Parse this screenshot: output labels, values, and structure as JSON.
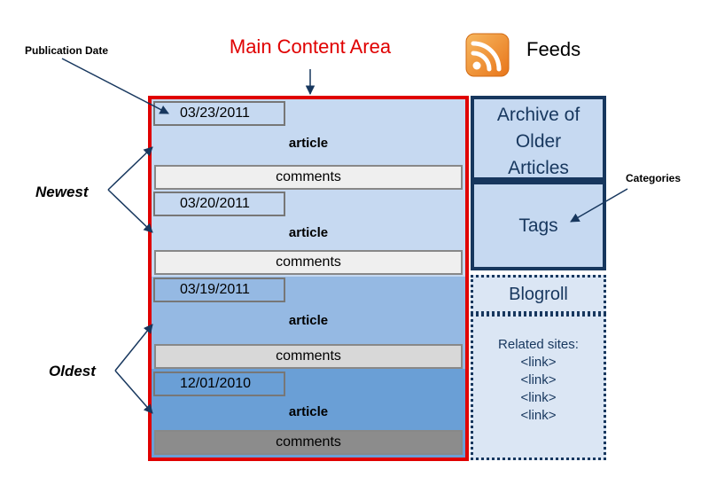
{
  "title": "Main Content Area",
  "labels": {
    "publication_date": "Publication Date",
    "feeds": "Feeds",
    "categories": "Categories",
    "newest": "Newest",
    "oldest": "Oldest"
  },
  "posts": [
    {
      "date": "03/23/2011",
      "article": "article",
      "comments": "comments"
    },
    {
      "date": "03/20/2011",
      "article": "article",
      "comments": "comments"
    },
    {
      "date": "03/19/2011",
      "article": "article",
      "comments": "comments"
    },
    {
      "date": "12/01/2010",
      "article": "article",
      "comments": "comments"
    }
  ],
  "sidebar": {
    "archive": [
      "Archive of",
      "Older",
      "Articles"
    ],
    "tags": "Tags",
    "blogroll": "Blogroll",
    "related_title": "Related sites:",
    "links": [
      "<link>",
      "<link>",
      "<link>",
      "<link>"
    ]
  },
  "colors": {
    "main_border": "#e00000",
    "sidebar_border": "#17375e",
    "post_bg": [
      "#c6d9f1",
      "#c6d9f1",
      "#95b9e3",
      "#6a9fd6"
    ],
    "comments_bg": [
      "#efefef",
      "#efefef",
      "#d8d8d8",
      "#8c8c8c"
    ],
    "rss_orange": "#f39a2e"
  }
}
